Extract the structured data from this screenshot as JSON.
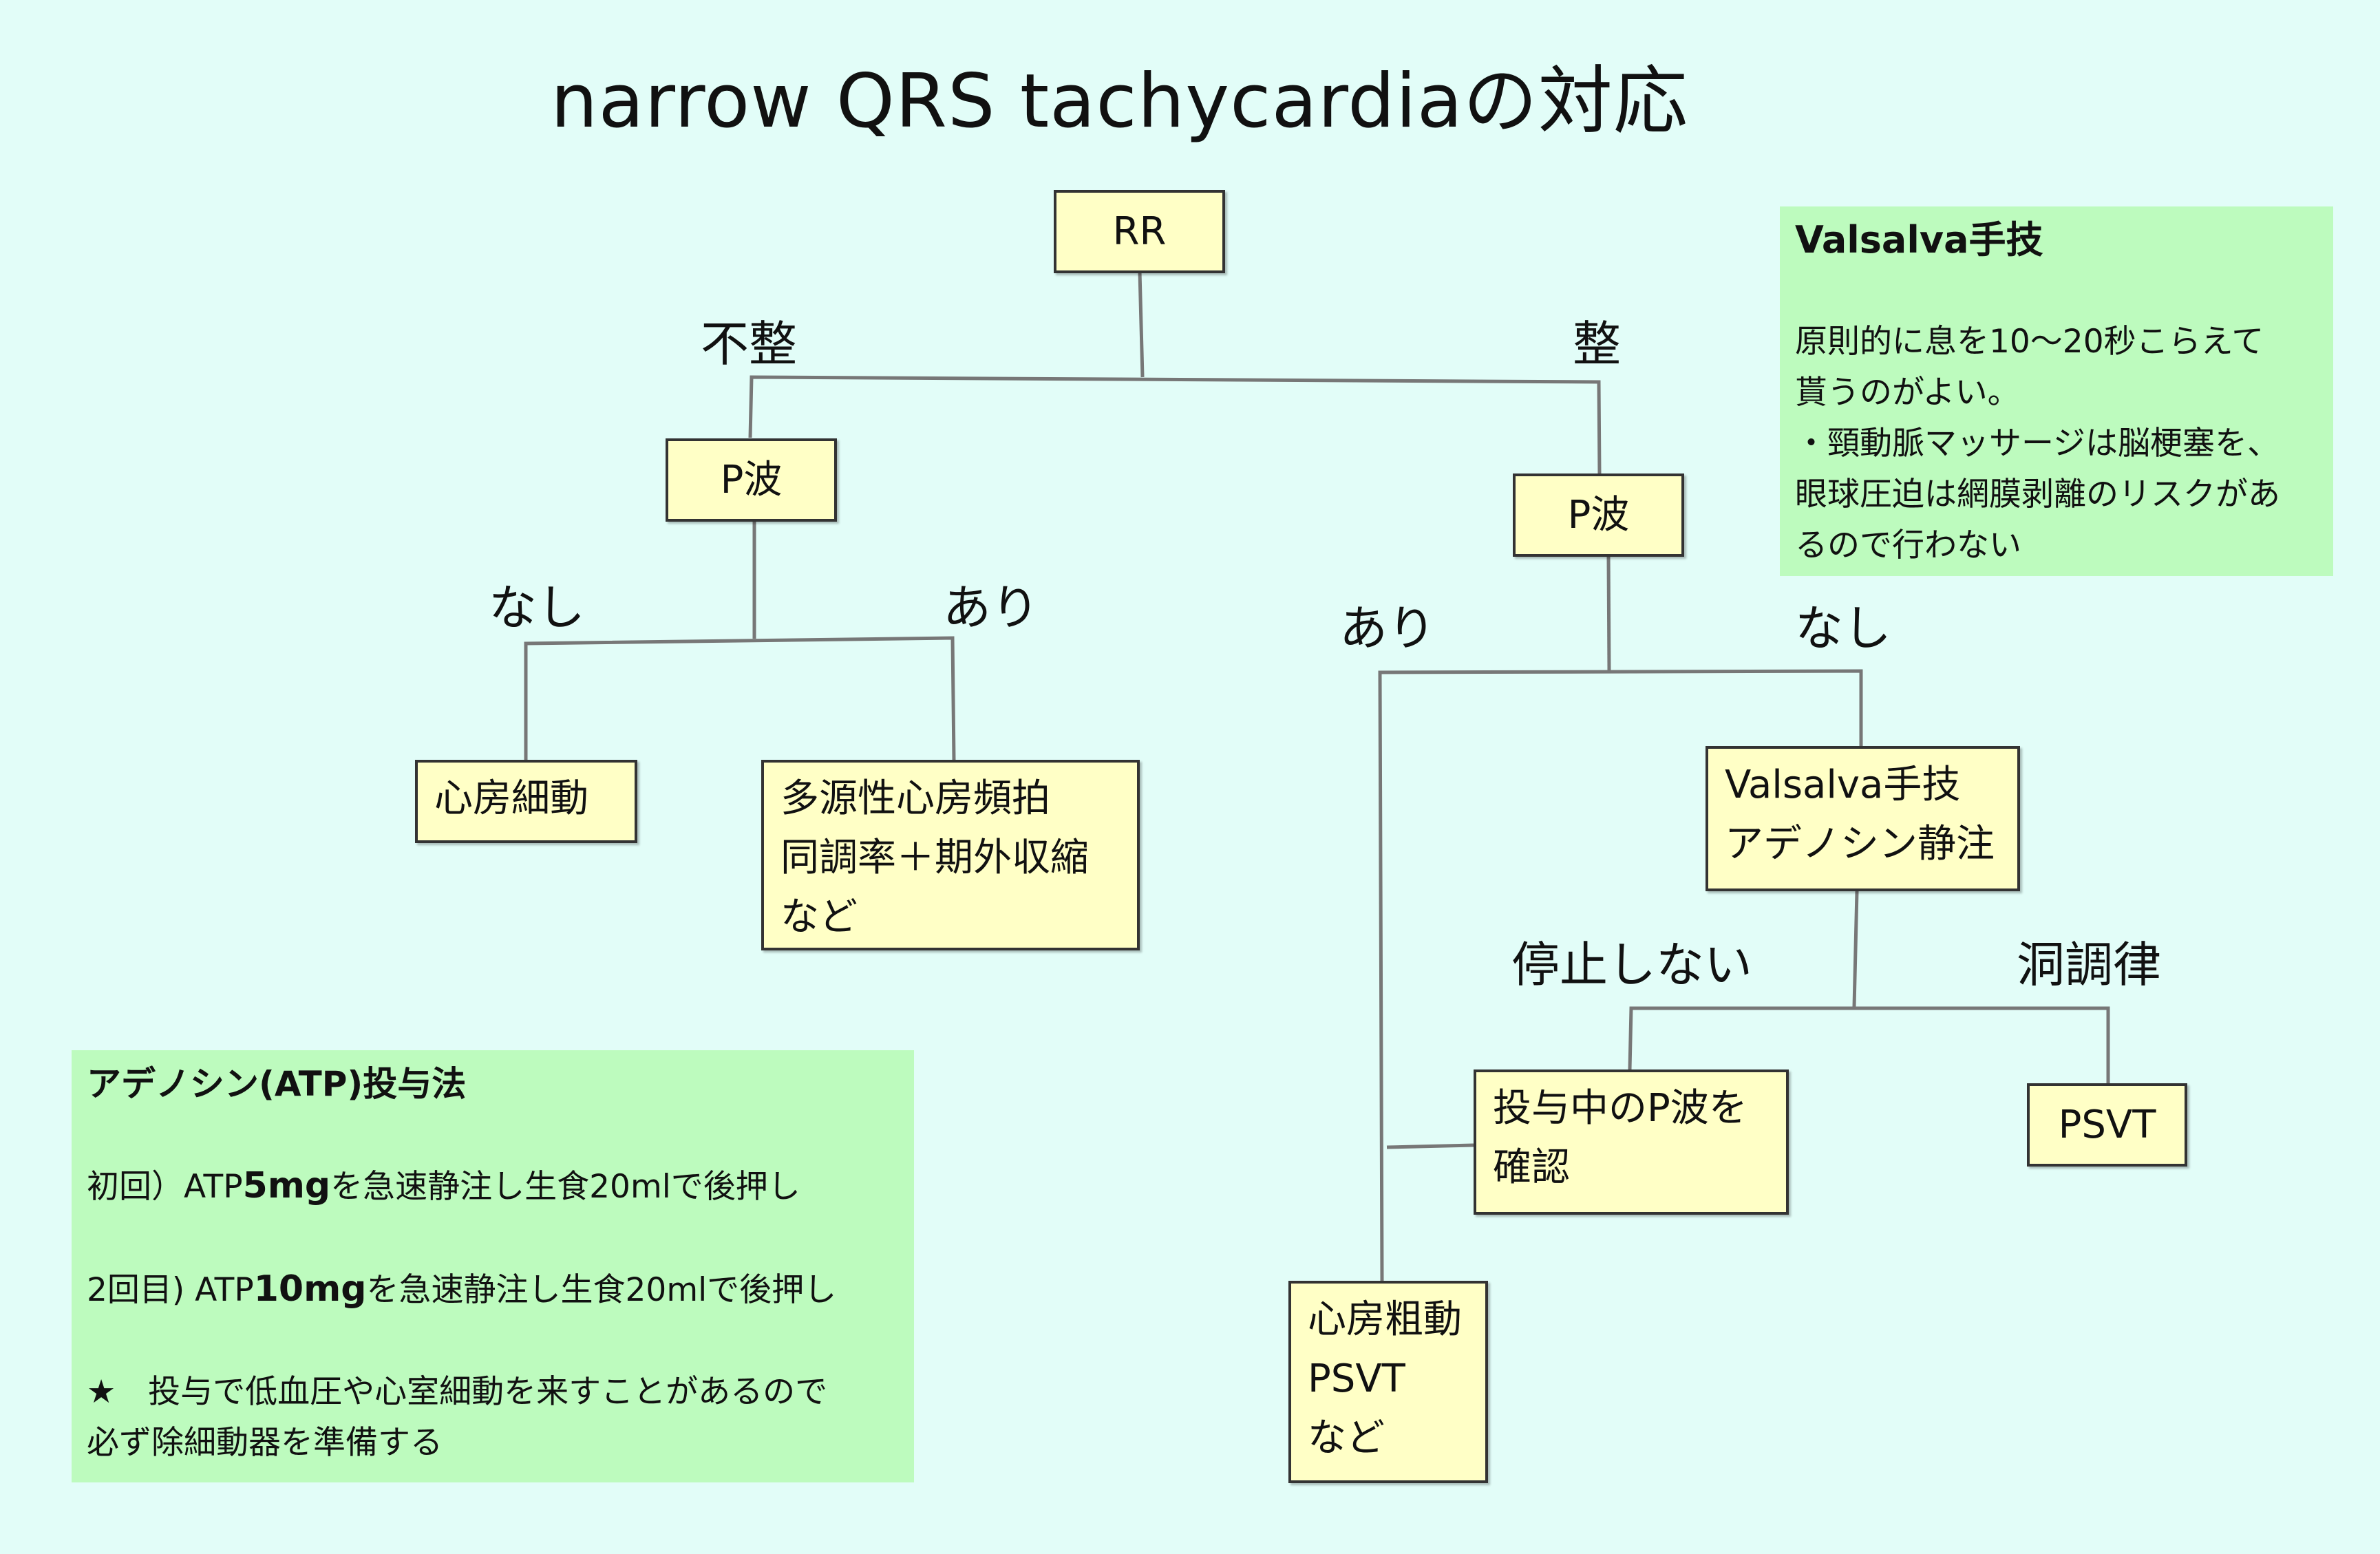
{
  "title": "narrow QRS tachycardiaの対応",
  "nodes": {
    "rr": "RR",
    "p_wave_irregular": "P波",
    "p_wave_regular": "P波",
    "af": "心房細動",
    "multifocal": [
      "多源性心房頻拍",
      "同調率＋期外収縮",
      "など"
    ],
    "vagal_adenosine": [
      "Valsalva手技",
      "アデノシン静注"
    ],
    "check_p": [
      "投与中のP波を",
      "確認"
    ],
    "psvt": "PSVT",
    "flutter": [
      "心房粗動",
      "PSVT",
      "など"
    ]
  },
  "edge_labels": {
    "irregular": "不整",
    "regular": "整",
    "left_none": "なし",
    "left_present": "あり",
    "right_present": "あり",
    "right_none": "なし",
    "not_stopped": "停止しない",
    "sinus": "洞調律"
  },
  "valsalva_note": {
    "heading": "Valsalva手技",
    "lines": [
      "原則的に息を10〜20秒こらえて",
      "貰うのがよい。",
      "・頸動脈マッサージは脳梗塞を、",
      "眼球圧迫は網膜剥離のリスクがあ",
      "るので行わない"
    ]
  },
  "atp_note": {
    "heading": "アデノシン(ATP)投与法",
    "line1": {
      "pre": "初回）ATP",
      "bold": "5mg",
      "post": "を急速静注し生食20mlで後押し"
    },
    "line2": {
      "pre": "2回目) ATP",
      "bold": "10mg",
      "post": "を急速静注し生食20mlで後押し"
    },
    "warn": [
      "★　投与で低血圧や心室細動を来すことがあるので",
      "必ず除細動器を準備する"
    ]
  }
}
